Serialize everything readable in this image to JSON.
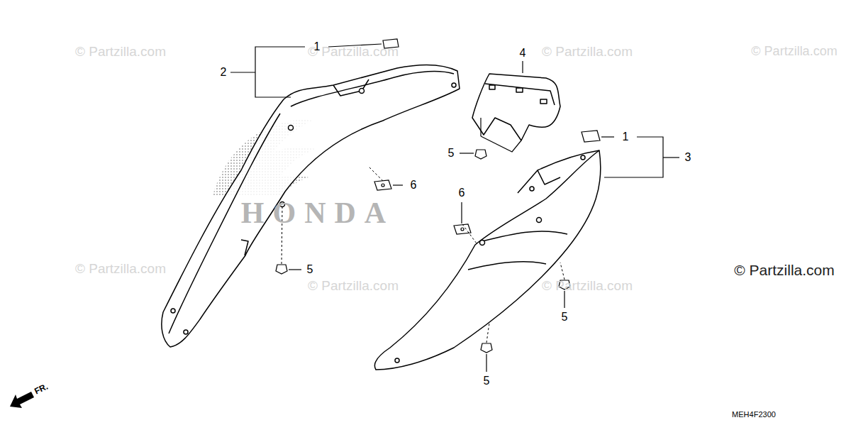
{
  "diagram": {
    "labels": [
      "© Partzilla.com",
      "© Partzilla.com",
      "© Partzilla.com",
      "© Partzilla.com",
      "© Partzilla.com",
      "© Partzilla.com",
      "© Partzilla.com",
      "© Partzilla.com",
      "HONDA",
      "1",
      "2",
      "4",
      "1",
      "3",
      "5",
      "6",
      "6",
      "5",
      "5",
      "5",
      "MEH4F2300",
      "FR."
    ]
  }
}
